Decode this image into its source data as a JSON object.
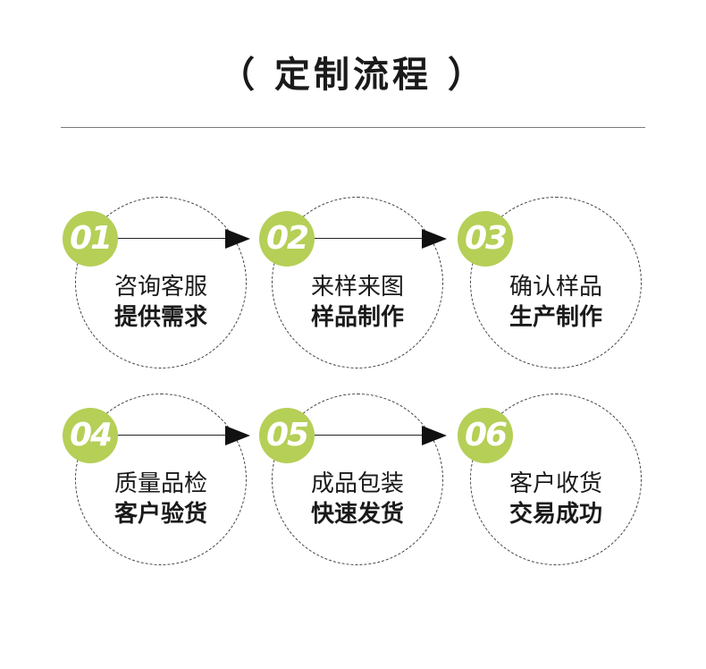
{
  "title": "（ 定制流程 ）",
  "steps": [
    {
      "num": "01",
      "line1": "咨询客服",
      "line2": "提供需求"
    },
    {
      "num": "02",
      "line1": "来样来图",
      "line2": "样品制作"
    },
    {
      "num": "03",
      "line1": "确认样品",
      "line2": "生产制作"
    },
    {
      "num": "04",
      "line1": "质量品检",
      "line2": "客户验货"
    },
    {
      "num": "05",
      "line1": "成品包装",
      "line2": "快速发货"
    },
    {
      "num": "06",
      "line1": "客户收货",
      "line2": "交易成功"
    }
  ],
  "colors": {
    "badge": "#b5cf57",
    "text": "#1a1a1a",
    "arrow": "#111111"
  }
}
